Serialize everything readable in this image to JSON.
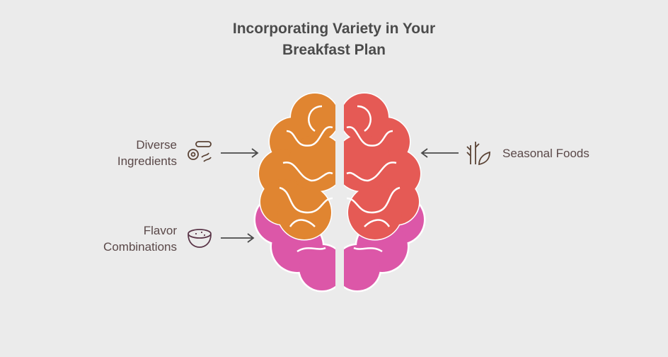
{
  "title_line1": "Incorporating Variety in Your",
  "title_line2": "Breakfast Plan",
  "items": [
    {
      "line1": "Diverse",
      "line2": "Ingredients",
      "icon": "breakfast-plate-icon",
      "color": "#e08531"
    },
    {
      "line1": "Seasonal Foods",
      "icon": "plant-leaf-icon",
      "color": "#e55a55"
    },
    {
      "line1": "Flavor",
      "line2": "Combinations",
      "icon": "bowl-icon",
      "color": "#dc57a8"
    }
  ]
}
